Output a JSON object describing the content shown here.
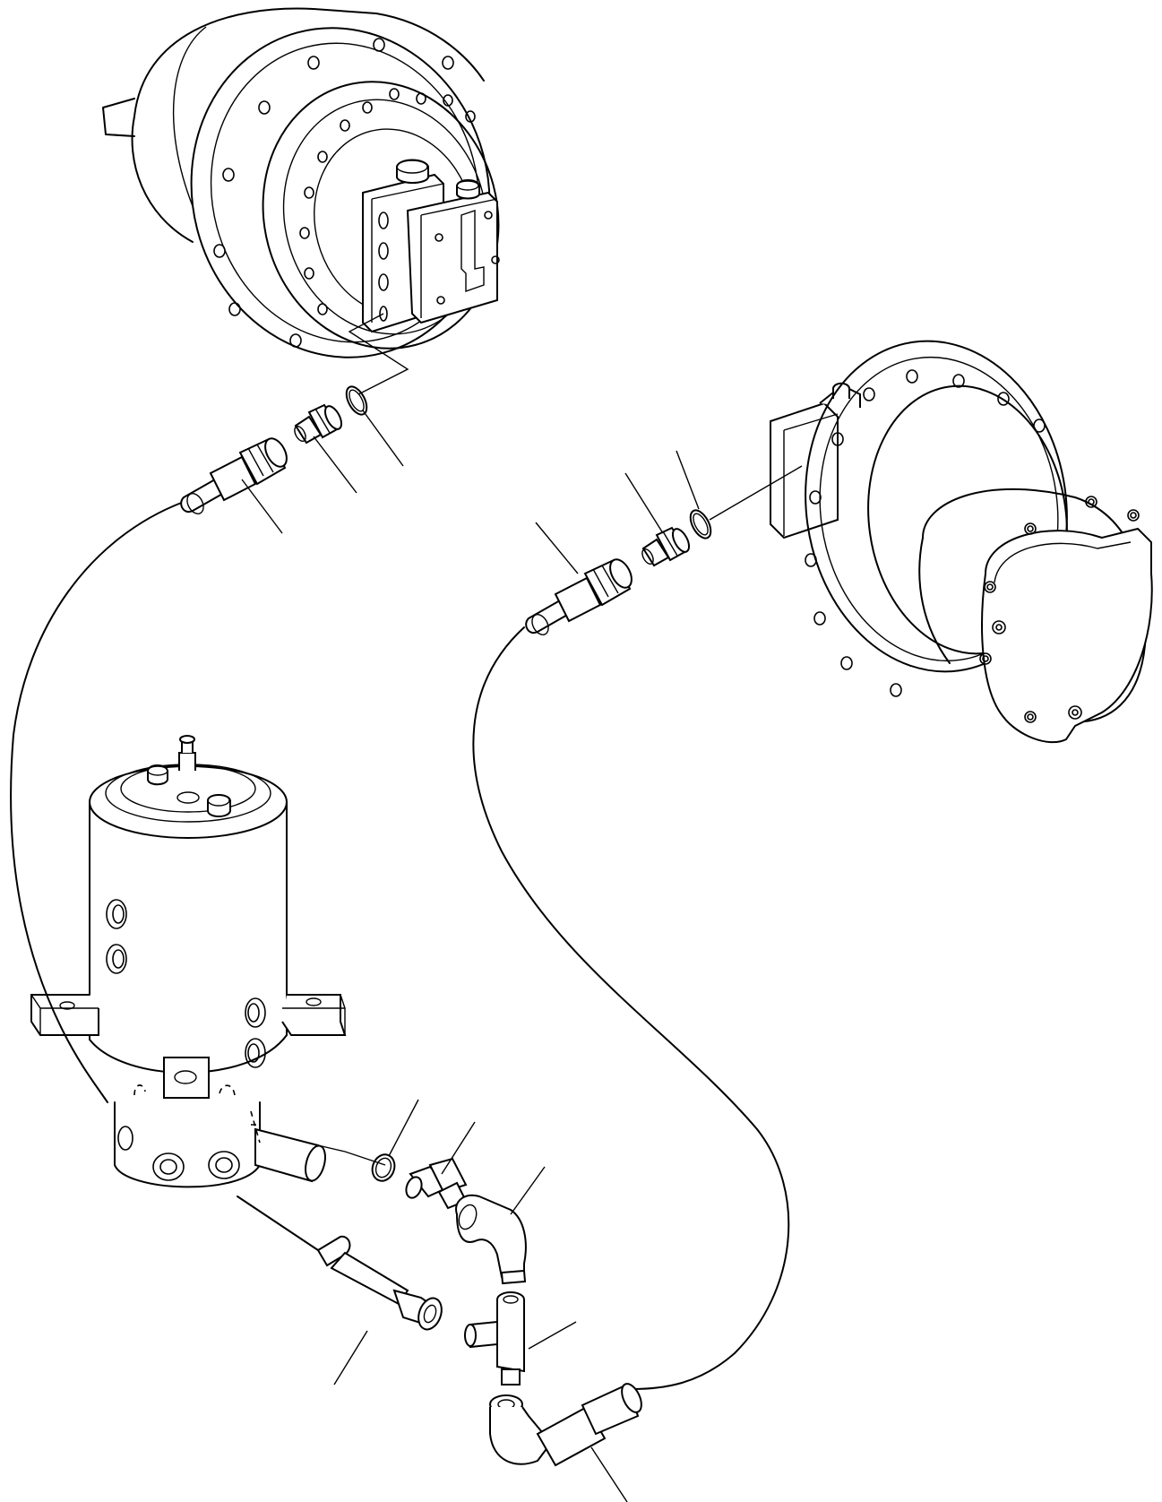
{
  "diagram": {
    "type": "exploded-parts-diagram",
    "line_color": "#000000",
    "background": "#ffffff",
    "components": [
      {
        "id": "travel-motor-left",
        "icon": "travel-motor-icon"
      },
      {
        "id": "travel-motor-right",
        "icon": "travel-motor-icon"
      },
      {
        "id": "swivel-joint",
        "icon": "swivel-joint-icon"
      },
      {
        "id": "hose",
        "count": 3
      },
      {
        "id": "connector",
        "count": 3
      },
      {
        "id": "o-ring",
        "count": 3
      },
      {
        "id": "elbow",
        "count": 2
      },
      {
        "id": "tee",
        "count": 1
      }
    ],
    "callout_count": 12
  }
}
